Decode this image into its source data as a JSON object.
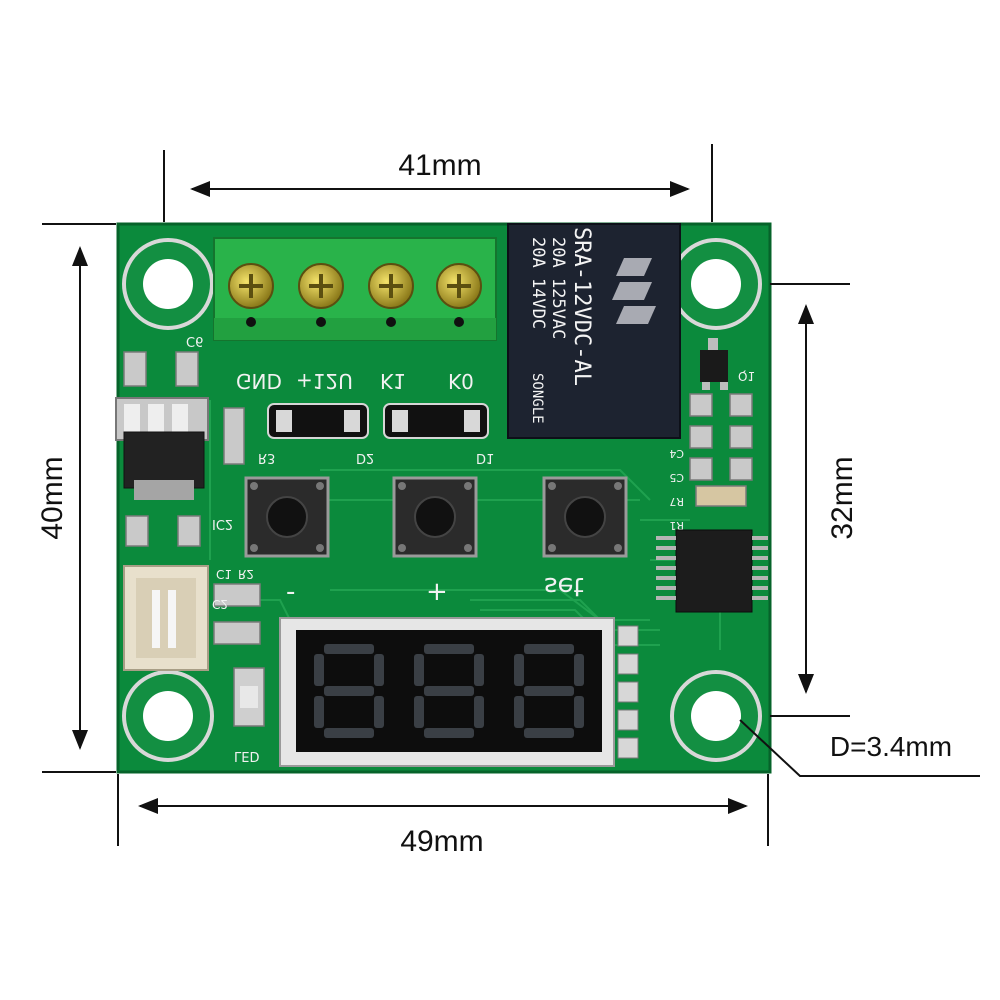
{
  "dimensions": {
    "top_width": "41mm",
    "left_height": "40mm",
    "right_height": "32mm",
    "bottom_width": "49mm",
    "hole_diameter": "D=3.4mm"
  },
  "board": {
    "terminal_labels": [
      "GND",
      "+12U",
      "K1",
      "K0"
    ],
    "capacitor_label": "C6",
    "relay": {
      "line1": "20A 14VDC",
      "line2": "20A 125VAC",
      "line3": "SRA-12VDC-AL",
      "brand": "SONGLE"
    },
    "silk_labels": {
      "r3": "R3",
      "d2": "D2",
      "d1": "D1",
      "ic2": "IC2",
      "c2": "C2",
      "r2": "R2",
      "c1": "C1",
      "led": "LED",
      "q1": "Q1",
      "r1": "R1",
      "r7": "R7",
      "c5": "C5",
      "c4": "C4"
    },
    "button_labels": {
      "minus": "-",
      "plus": "+",
      "set": "set"
    },
    "display_digits": [
      "8",
      "8",
      "8"
    ]
  },
  "colors": {
    "pcb": "#0b8a3c",
    "terminal_block": "#29b34a",
    "relay": "#1d2330",
    "display_segment": "#3a3f45"
  }
}
